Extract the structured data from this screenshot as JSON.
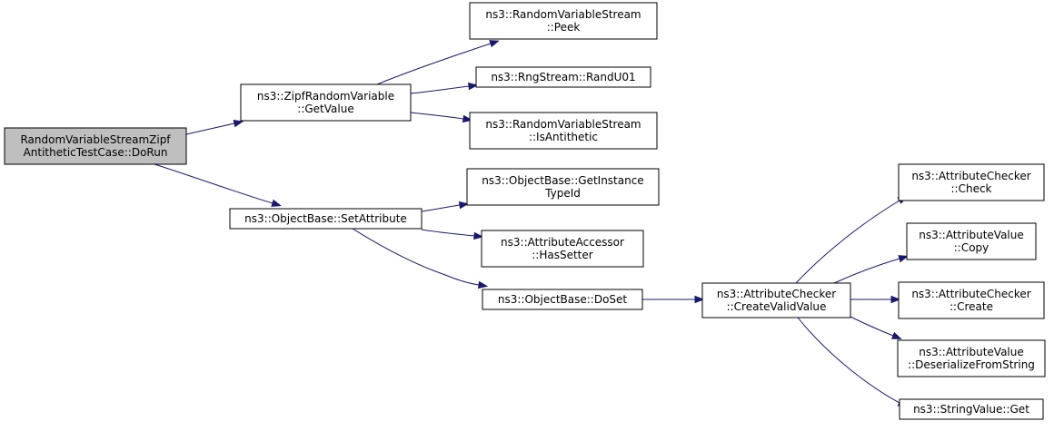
{
  "colors": {
    "edge": "#191970",
    "root_fill": "#bfbfbf",
    "node_fill": "#ffffff",
    "border": "#000000"
  },
  "nodes": [
    {
      "id": "n0",
      "lines": [
        "RandomVariableStreamZipf",
        "AntitheticTestCase::DoRun"
      ],
      "root": true
    },
    {
      "id": "n1",
      "lines": [
        "ns3::ZipfRandomVariable",
        "::GetValue"
      ]
    },
    {
      "id": "n2",
      "lines": [
        "ns3::ObjectBase::SetAttribute"
      ]
    },
    {
      "id": "n3",
      "lines": [
        "ns3::RandomVariableStream",
        "::Peek"
      ]
    },
    {
      "id": "n4",
      "lines": [
        "ns3::RngStream::RandU01"
      ]
    },
    {
      "id": "n5",
      "lines": [
        "ns3::RandomVariableStream",
        "::IsAntithetic"
      ]
    },
    {
      "id": "n6",
      "lines": [
        "ns3::ObjectBase::GetInstance",
        "TypeId"
      ]
    },
    {
      "id": "n7",
      "lines": [
        "ns3::AttributeAccessor",
        "::HasSetter"
      ]
    },
    {
      "id": "n8",
      "lines": [
        "ns3::ObjectBase::DoSet"
      ]
    },
    {
      "id": "n9",
      "lines": [
        "ns3::AttributeChecker",
        "::CreateValidValue"
      ]
    },
    {
      "id": "n10",
      "lines": [
        "ns3::AttributeChecker",
        "::Check"
      ]
    },
    {
      "id": "n11",
      "lines": [
        "ns3::AttributeValue",
        "::Copy"
      ]
    },
    {
      "id": "n12",
      "lines": [
        "ns3::AttributeChecker",
        "::Create"
      ]
    },
    {
      "id": "n13",
      "lines": [
        "ns3::AttributeValue",
        "::DeserializeFromString"
      ]
    },
    {
      "id": "n14",
      "lines": [
        "ns3::StringValue::Get"
      ]
    }
  ],
  "edges": [
    {
      "from": "n0",
      "to": "n1"
    },
    {
      "from": "n0",
      "to": "n2"
    },
    {
      "from": "n1",
      "to": "n3"
    },
    {
      "from": "n1",
      "to": "n4"
    },
    {
      "from": "n1",
      "to": "n5"
    },
    {
      "from": "n2",
      "to": "n6"
    },
    {
      "from": "n2",
      "to": "n7"
    },
    {
      "from": "n2",
      "to": "n8"
    },
    {
      "from": "n8",
      "to": "n9"
    },
    {
      "from": "n9",
      "to": "n10"
    },
    {
      "from": "n9",
      "to": "n11"
    },
    {
      "from": "n9",
      "to": "n12"
    },
    {
      "from": "n9",
      "to": "n13"
    },
    {
      "from": "n9",
      "to": "n14"
    }
  ]
}
